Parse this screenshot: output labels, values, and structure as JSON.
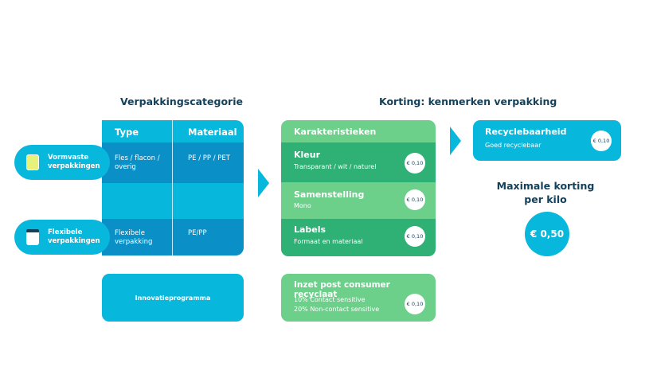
{
  "headings": {
    "left": "Verpakkingscategorie",
    "right": "Korting: kenmerken verpakking"
  },
  "table": {
    "headers": [
      "Type",
      "Materiaal"
    ],
    "rows": [
      {
        "category": "Vormvaste\nverpakkingen",
        "type": "Fles / flacon /\noverig",
        "material": "PE / PP / PET"
      },
      {
        "category": "Flexibele\nverpakkingen",
        "type": "Flexibele\nverpakking",
        "material": "PE/PP"
      }
    ]
  },
  "innovation": "Innovatieprogramma",
  "characteristics": {
    "title": "Karakteristieken",
    "items": [
      {
        "title": "Kleur",
        "subtitle": "Transparant / wit / naturel",
        "badge": "€ 0,10"
      },
      {
        "title": "Samenstelling",
        "subtitle": "Mono",
        "badge": "€ 0,10"
      },
      {
        "title": "Labels",
        "subtitle": "Formaat en materiaal",
        "badge": "€ 0,10"
      }
    ]
  },
  "recycled": {
    "title": "Inzet post consumer recyclaat",
    "lines": [
      "10% Contact sensitive",
      "20% Non-contact sensitive"
    ],
    "badge": "€ 0,10"
  },
  "recyclability": {
    "title": "Recyclebaarheid",
    "subtitle": "Goed recyclebaar",
    "badge": "€ 0,10"
  },
  "max_discount": {
    "label": "Maximale korting\nper kilo",
    "value": "€ 0,50"
  },
  "colors": {
    "cyan": "#08b7dc",
    "blue": "#0a8fc7",
    "green": "#2fb074",
    "light_green": "#6ccf8a",
    "navy": "#13415c"
  }
}
